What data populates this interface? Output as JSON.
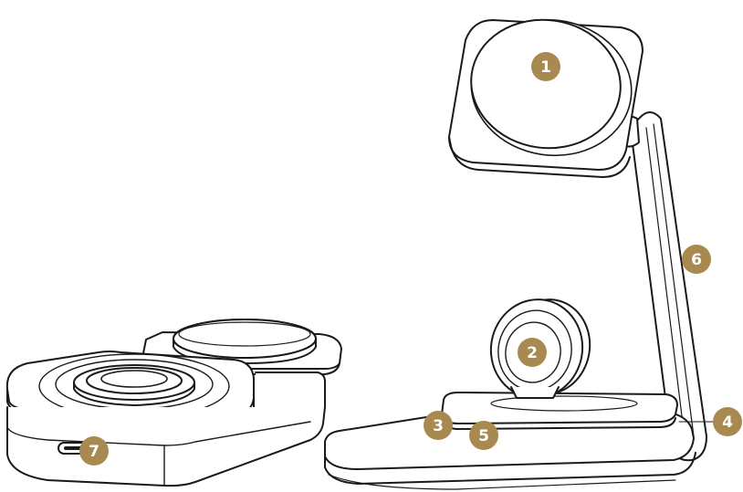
{
  "accent_color": "#a88a50",
  "line_color": "#1a1a1a",
  "callouts": [
    {
      "label": "1"
    },
    {
      "label": "2"
    },
    {
      "label": "3"
    },
    {
      "label": "4"
    },
    {
      "label": "5"
    },
    {
      "label": "6"
    },
    {
      "label": "7"
    }
  ],
  "icons": {
    "folded_charger": "folded-charging-pad-icon",
    "stand_charger": "charging-stand-icon"
  }
}
